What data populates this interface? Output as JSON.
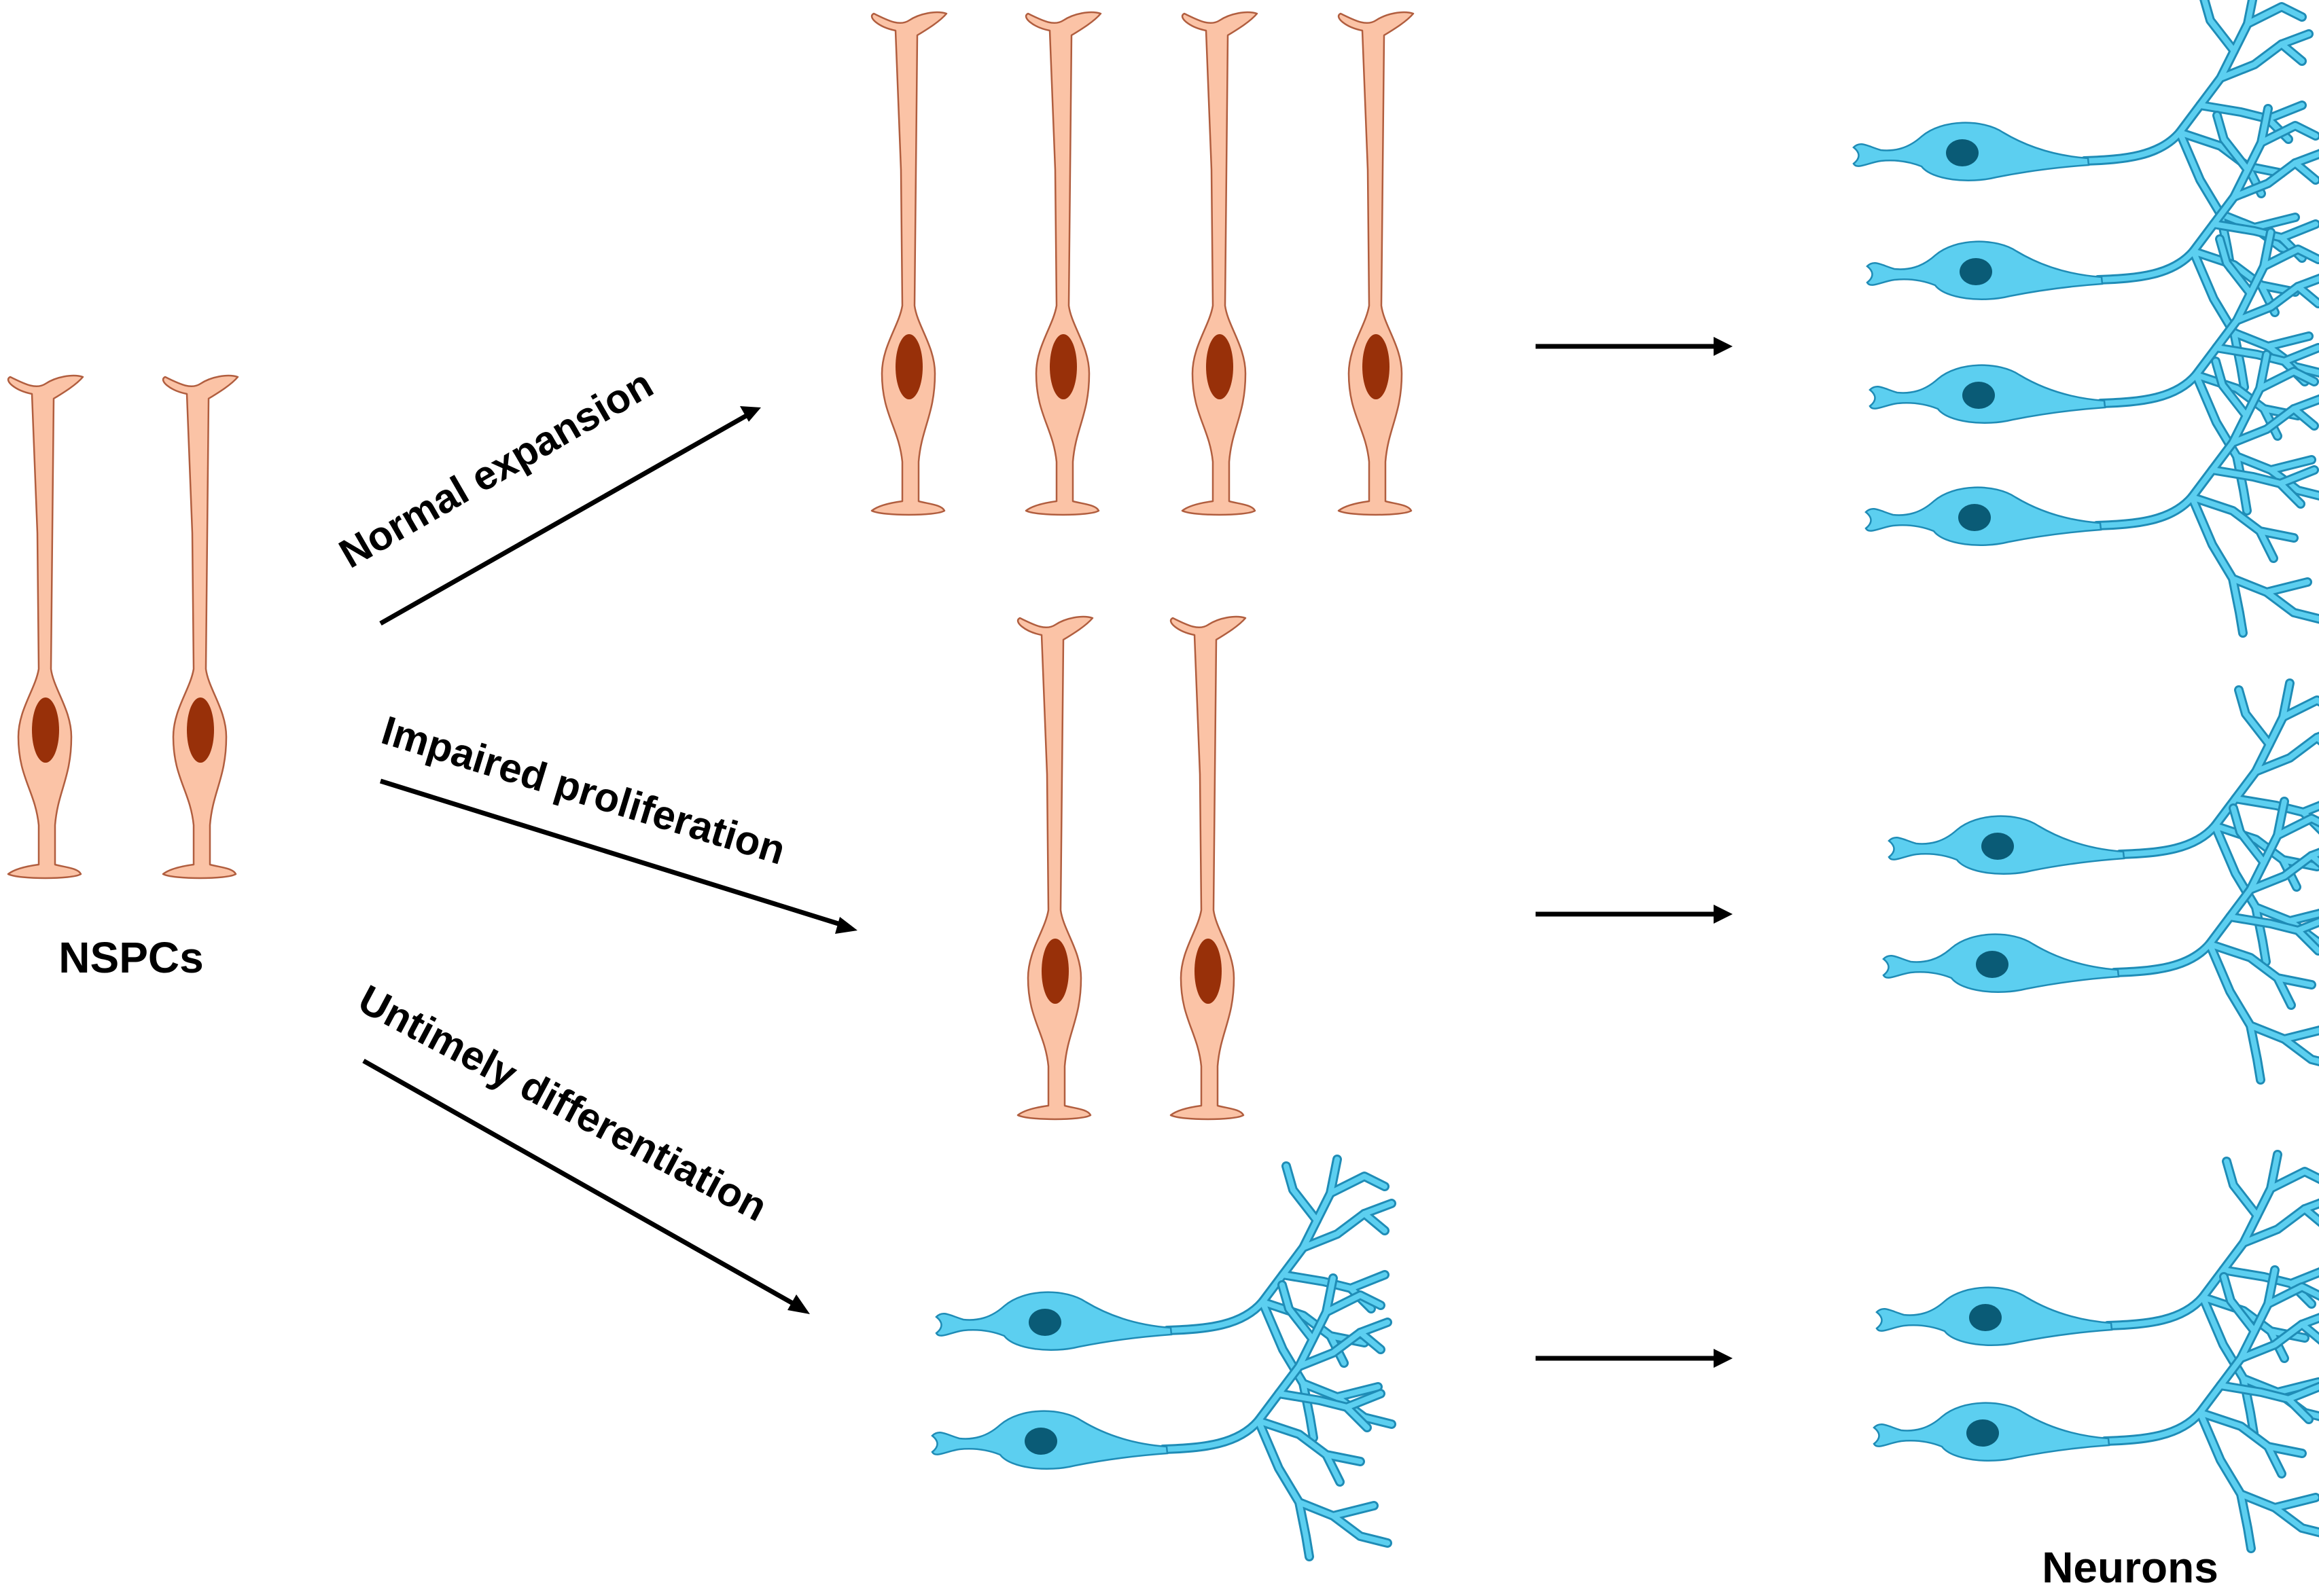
{
  "labels": {
    "progenitors": "NSPCs",
    "neurons": "Neurons"
  },
  "pathways": [
    {
      "label": "Normal expansion"
    },
    {
      "label": "Impaired proliferation"
    },
    {
      "label": "Untimely differentiation"
    }
  ],
  "colors": {
    "nspc_fill": "#FBC3A6",
    "nspc_outline": "#B15E3F",
    "nspc_nucleus": "#983009",
    "neuron_fill": "#5CCFF0",
    "neuron_outline": "#1F8CB6",
    "neuron_nucleus": "#0A5B76",
    "arrow": "#000000"
  }
}
